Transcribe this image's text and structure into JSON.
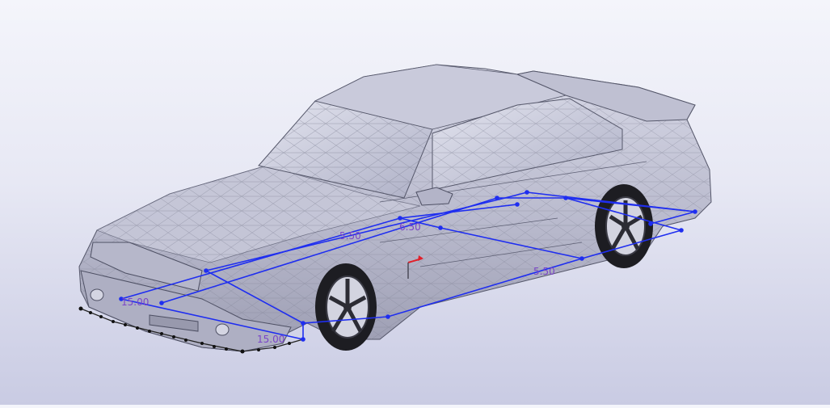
{
  "viewport": {
    "label": "3D model viewport",
    "background_top": "#f4f5fb",
    "background_bottom": "#c9cbe3",
    "model": "sports coupe mesh (wireframe over shaded surface)",
    "sketch_color": "#1f2ef0",
    "dimension_color": "#7a45c8"
  },
  "dimensions": {
    "d_left_long": "5.50",
    "d_top_mid": "6.50",
    "d_right": "5.50",
    "d_front_lip": "15.00",
    "d_front_bottom": "15.00"
  }
}
